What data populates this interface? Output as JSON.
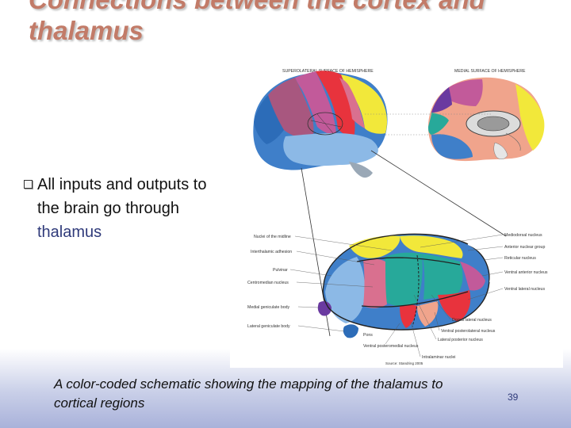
{
  "slide": {
    "title_line1": "Connections between the cortex and",
    "title_line2": "thalamus",
    "bullet_line1": "All inputs and outputs to",
    "bullet_line2": "the brain go through",
    "bullet_line3": "thalamus",
    "caption_line1": "A color-coded schematic showing the mapping of the thalamus to",
    "caption_line2": "cortical regions",
    "page_number": "39"
  },
  "figure": {
    "superolateral_label": "SUPEROLATERAL SURFACE OF HEMISPHERE",
    "medial_label": "MEDIAL SURFACE OF HEMISPHERE",
    "left_labels": [
      "Nuclei of the midline",
      "Interthalamic adhesion",
      "Pulvinar",
      "Centromedian nucleus",
      "Medial geniculate body",
      "Lateral geniculate body"
    ],
    "right_labels": [
      "Mediodorsal nucleus",
      "Anterior nuclear group",
      "Reticular nucleus",
      "Ventral anterior nucleus",
      "Ventral lateral nucleus"
    ],
    "bottom_labels": [
      "Dorsal lateral nucleus",
      "Ventral posterolateral nucleus",
      "Lateral posterior nucleus",
      "Intralaminar nuclei",
      "Pons",
      "Ventral posteromedial nucleus"
    ],
    "credit": "Source: Standring 2005"
  },
  "colors": {
    "title": "#c27b68",
    "frontal_yellow": "#f2e83a",
    "motor_red": "#e8333d",
    "premotor_pink": "#d9708f",
    "sensory_purple": "#c25a9a",
    "parietal_mauve": "#a8577f",
    "occipital_blue": "#3f7fc9",
    "temporal_lightblue": "#8cb9e6",
    "prefrontal_salmon": "#f0a48c",
    "teal": "#27a99a",
    "violet": "#6a3aa0"
  }
}
